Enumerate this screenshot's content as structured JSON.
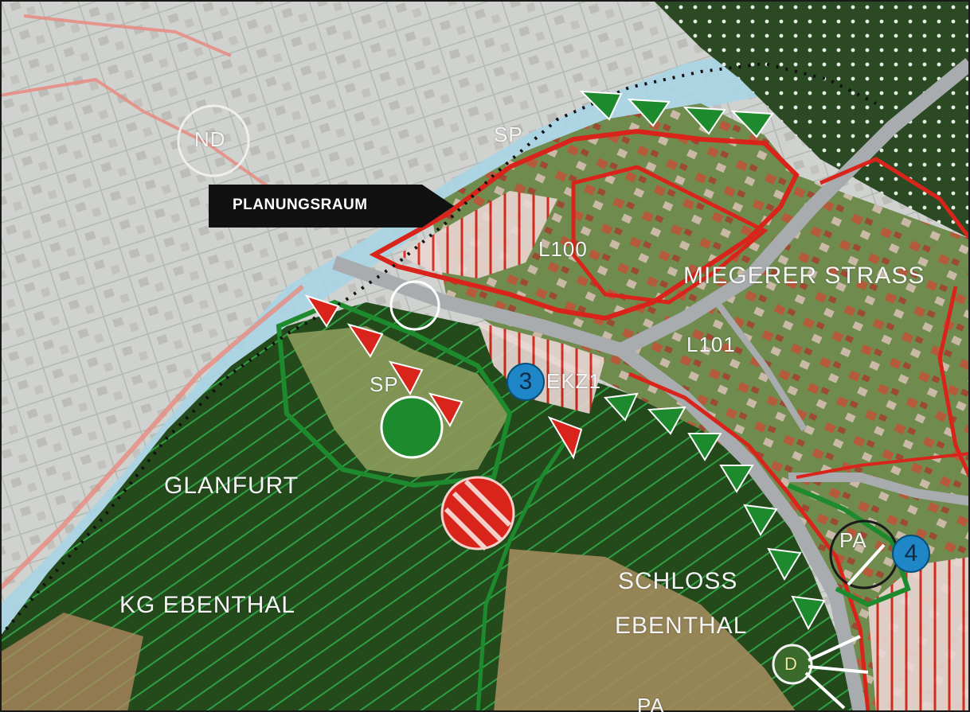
{
  "map": {
    "callout": {
      "text": "PLANUNGSRAUM"
    },
    "labels": {
      "nd": "ND",
      "sp_top": "SP",
      "sp_field": "SP",
      "l100": "L100",
      "l101": "L101",
      "ekz": "EKZ1",
      "street": "MIEGERER STRASS",
      "glanfurt": "GLANFURT",
      "kg": "KG EBENTHAL",
      "schloss_1": "SCHLOSS",
      "schloss_2": "EBENTHAL",
      "pa_right": "PA",
      "pa_bottom": "PA",
      "d_marker": "D"
    },
    "badges": {
      "three": "3",
      "four": "4"
    },
    "colors": {
      "boundary_red": "#d8241a",
      "green_zone": "#1e8a2e",
      "forest_dark": "#1f3d17",
      "urban_grey": "#c9ccc8",
      "water_blue": "#a9d4e4",
      "badge_blue": "#1f86c8"
    }
  }
}
